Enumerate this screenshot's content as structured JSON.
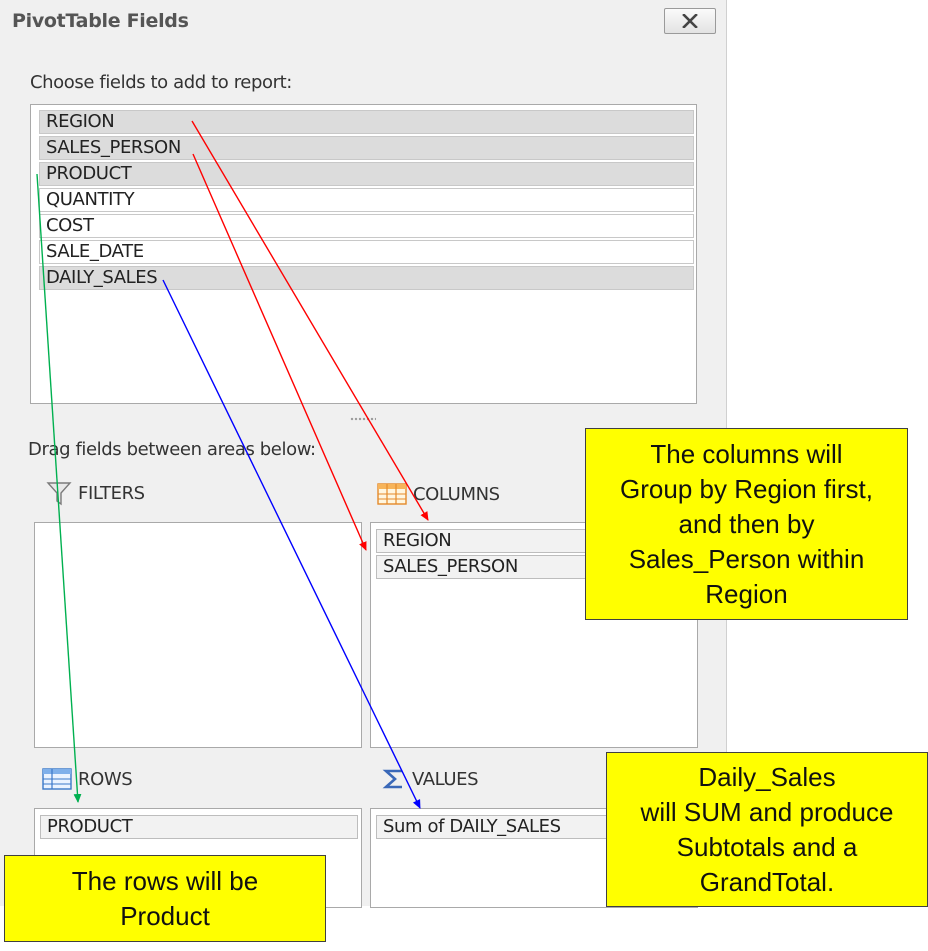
{
  "panel": {
    "title": "PivotTable Fields",
    "choose_label": "Choose fields to add to report:",
    "drag_label": "Drag fields between areas below:"
  },
  "fields": [
    {
      "name": "REGION",
      "checked": true
    },
    {
      "name": "SALES_PERSON",
      "checked": true
    },
    {
      "name": "PRODUCT",
      "checked": true
    },
    {
      "name": "QUANTITY",
      "checked": false
    },
    {
      "name": "COST",
      "checked": false
    },
    {
      "name": "SALE_DATE",
      "checked": false
    },
    {
      "name": "DAILY_SALES",
      "checked": true
    }
  ],
  "areas": {
    "filters": {
      "label": "FILTERS",
      "icon": "filter-icon",
      "items": []
    },
    "columns": {
      "label": "COLUMNS",
      "icon": "table-columns-icon",
      "items": [
        "REGION",
        "SALES_PERSON"
      ]
    },
    "rows": {
      "label": "ROWS",
      "icon": "table-rows-icon",
      "items": [
        "PRODUCT"
      ]
    },
    "values": {
      "label": "VALUES",
      "icon": "sigma-icon",
      "items": [
        "Sum of DAILY_SALES"
      ]
    }
  },
  "callouts": {
    "columns": "The columns will\nGroup by Region first,\nand then by\nSales_Person within\nRegion",
    "values": "Daily_Sales\nwill SUM and produce\nSubtotals and a\nGrandTotal.",
    "rows": "The rows will be\nProduct"
  },
  "colors": {
    "callout_bg": "#ffff00",
    "arrow_red": "#ff0000",
    "arrow_green": "#00b050",
    "arrow_blue": "#0000ff",
    "checked_field_bg": "#dcdcdc"
  }
}
